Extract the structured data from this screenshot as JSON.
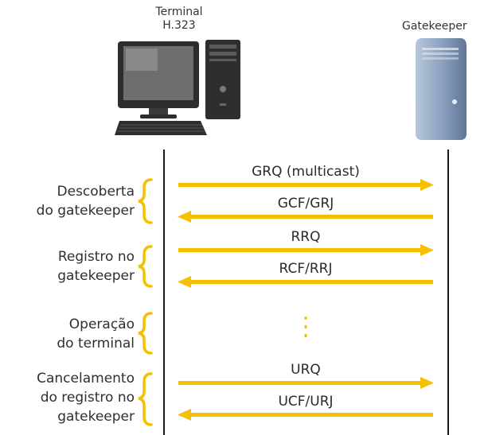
{
  "nodes": {
    "terminal": {
      "label_line1": "Terminal",
      "label_line2": "H.323"
    },
    "gatekeeper": {
      "label": "Gatekeeper"
    }
  },
  "phases": [
    {
      "line1": "Descoberta",
      "line2": "do gatekeeper"
    },
    {
      "line1": "Registro no",
      "line2": "gatekeeper"
    },
    {
      "line1": "Operação",
      "line2": "do terminal"
    },
    {
      "line1": "Cancelamento",
      "line2": "do registro no",
      "line3": "gatekeeper"
    }
  ],
  "messages": [
    {
      "label": "GRQ (multicast)",
      "direction": "to-gatekeeper"
    },
    {
      "label": "GCF/GRJ",
      "direction": "to-terminal"
    },
    {
      "label": "RRQ",
      "direction": "to-gatekeeper"
    },
    {
      "label": "RCF/RRJ",
      "direction": "to-terminal"
    },
    {
      "label": "URQ",
      "direction": "to-gatekeeper"
    },
    {
      "label": "UCF/URJ",
      "direction": "to-terminal"
    }
  ],
  "ellipsis": {
    "symbol": "⋮"
  },
  "colors": {
    "arrow": "#f5c000",
    "brace": "#f5c000",
    "lifeline": "#1a1a1a",
    "monitor_frame": "#2d2d2d",
    "server_body": "#8da3c1"
  }
}
